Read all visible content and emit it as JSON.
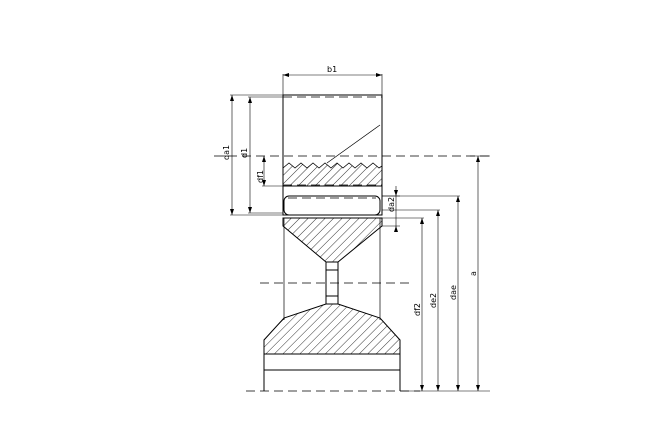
{
  "drawing": {
    "labels": {
      "b1": "b1",
      "da1": "da1",
      "d1": "d1",
      "df1": "df1",
      "da2": "da2",
      "df2": "df2",
      "de2": "de2",
      "dae": "dae",
      "a": "a"
    }
  }
}
